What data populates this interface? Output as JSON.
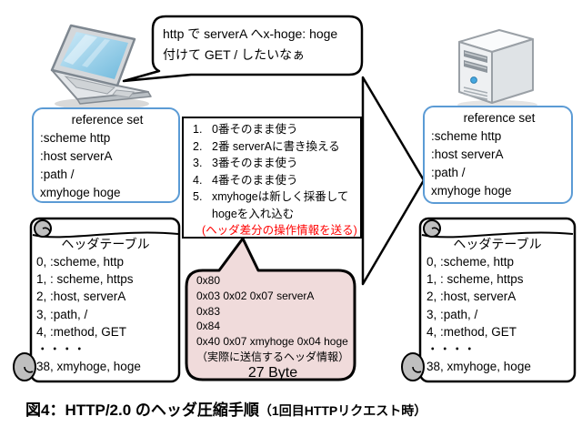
{
  "client_bubble": {
    "line1": "http で serverA へx-hoge: hoge",
    "line2": "付けて GET / したいなぁ"
  },
  "reference_set_left": {
    "title": "reference set",
    "entries": [
      ":scheme http",
      ":host serverA",
      ":path /",
      "xmyhoge hoge"
    ]
  },
  "reference_set_right": {
    "title": "reference set",
    "entries": [
      ":scheme http",
      ":host serverA",
      ":path /",
      "xmyhoge hoge"
    ]
  },
  "operations": {
    "items": [
      {
        "num": "1.",
        "text": "0番そのまま使う"
      },
      {
        "num": "2.",
        "text": "2番 serverAに書き換える"
      },
      {
        "num": "3.",
        "text": "3番そのまま使う"
      },
      {
        "num": "4.",
        "text": "4番そのまま使う"
      },
      {
        "num": "5.",
        "text": "xmyhogeは新しく採番してhogeを入れ込む"
      }
    ],
    "note": "(ヘッダ差分の操作情報を送る)"
  },
  "wire_data": {
    "lines": [
      "0x80",
      "0x03 0x02 0x07 serverA",
      "0x83",
      "0x84",
      "0x40 0x07 xmyhoge 0x04 hoge",
      "（実際に送信するヘッダ情報）"
    ],
    "size": "27 Byte"
  },
  "header_table_left": {
    "title": "ヘッダテーブル",
    "rows": [
      "0, :scheme, http",
      "1, : scheme, https",
      "2, :host, serverA",
      "3, :path, /",
      "4, :method, GET",
      "・・・・",
      "38, xmyhoge, hoge"
    ]
  },
  "header_table_right": {
    "title": "ヘッダテーブル",
    "rows": [
      "0, :scheme, http",
      "1, : scheme, https",
      "2, :host, serverA",
      "3, :path, /",
      "4, :method, GET",
      "・・・・",
      "38, xmyhoge, hoge"
    ]
  },
  "caption": {
    "main": "図4：HTTP/2.0 のヘッダ圧縮手順",
    "sub": "（1回目HTTPリクエスト時）"
  },
  "icons": {
    "client": "laptop-icon",
    "server": "server-icon"
  },
  "colors": {
    "reference_box_blue": "#5B9BD5",
    "note_red": "#FF0000",
    "callout_pink": "#F0DBDB",
    "outline_black": "#000000"
  }
}
